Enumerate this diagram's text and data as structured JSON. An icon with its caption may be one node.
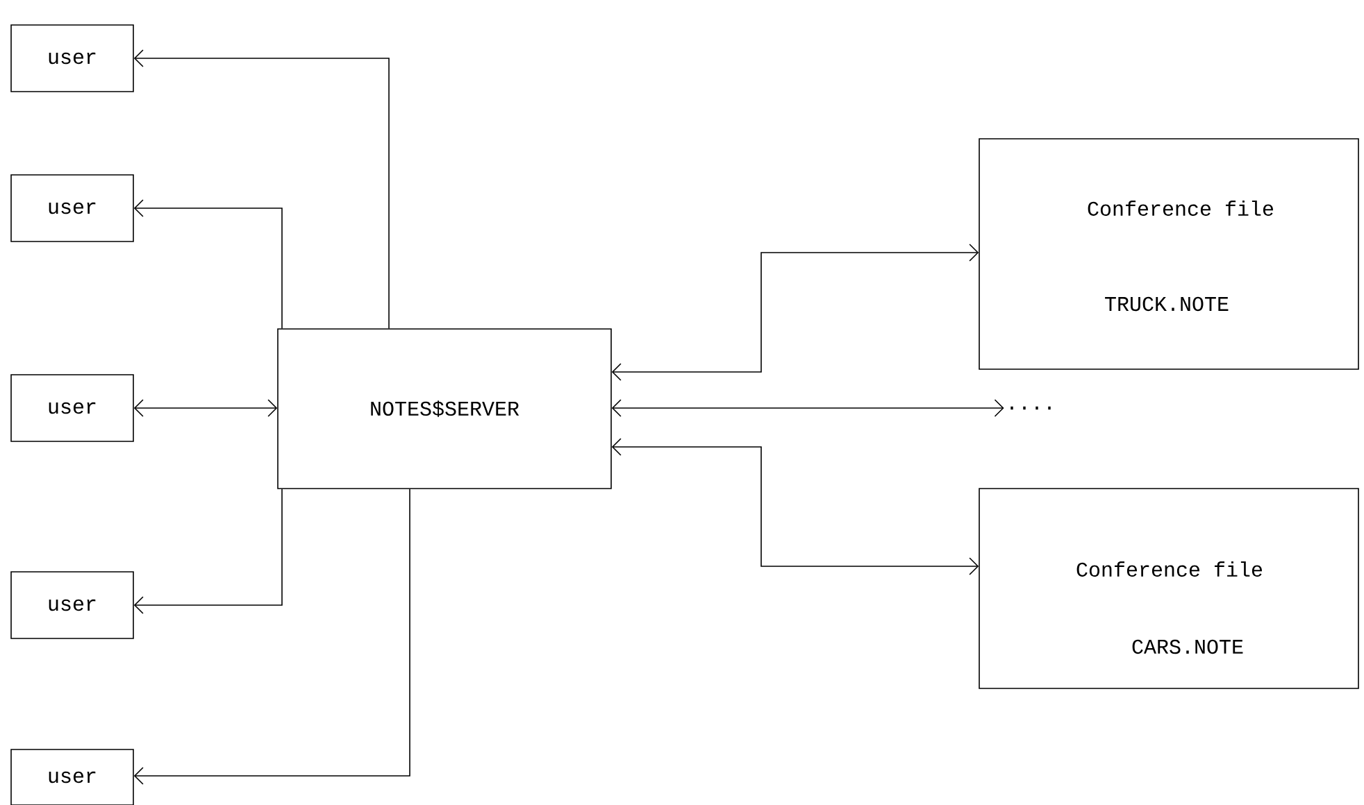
{
  "diagram": {
    "nodes": [
      {
        "text": [
          "user"
        ]
      },
      {
        "text": [
          "user"
        ]
      },
      {
        "text": [
          "user"
        ]
      },
      {
        "text": [
          "user"
        ]
      },
      {
        "text": [
          "user"
        ]
      },
      {
        "text": [
          "NOTES$SERVER"
        ]
      },
      {
        "text": [
          "Conference file",
          "TRUCK.NOTE"
        ]
      },
      {
        "text": [
          "...."
        ]
      },
      {
        "text": [
          "Conference file",
          "CARS.NOTE"
        ]
      }
    ],
    "edges": [
      {
        "from": 5,
        "to": 0,
        "arrow": "to"
      },
      {
        "from": 5,
        "to": 1,
        "arrow": "to"
      },
      {
        "from": 2,
        "to": 5,
        "arrow": "both"
      },
      {
        "from": 5,
        "to": 3,
        "arrow": "to"
      },
      {
        "from": 5,
        "to": 4,
        "arrow": "to"
      },
      {
        "from": 5,
        "to": 6,
        "arrow": "both"
      },
      {
        "from": 5,
        "to": 7,
        "arrow": "both"
      },
      {
        "from": 5,
        "to": 8,
        "arrow": "both"
      }
    ]
  }
}
